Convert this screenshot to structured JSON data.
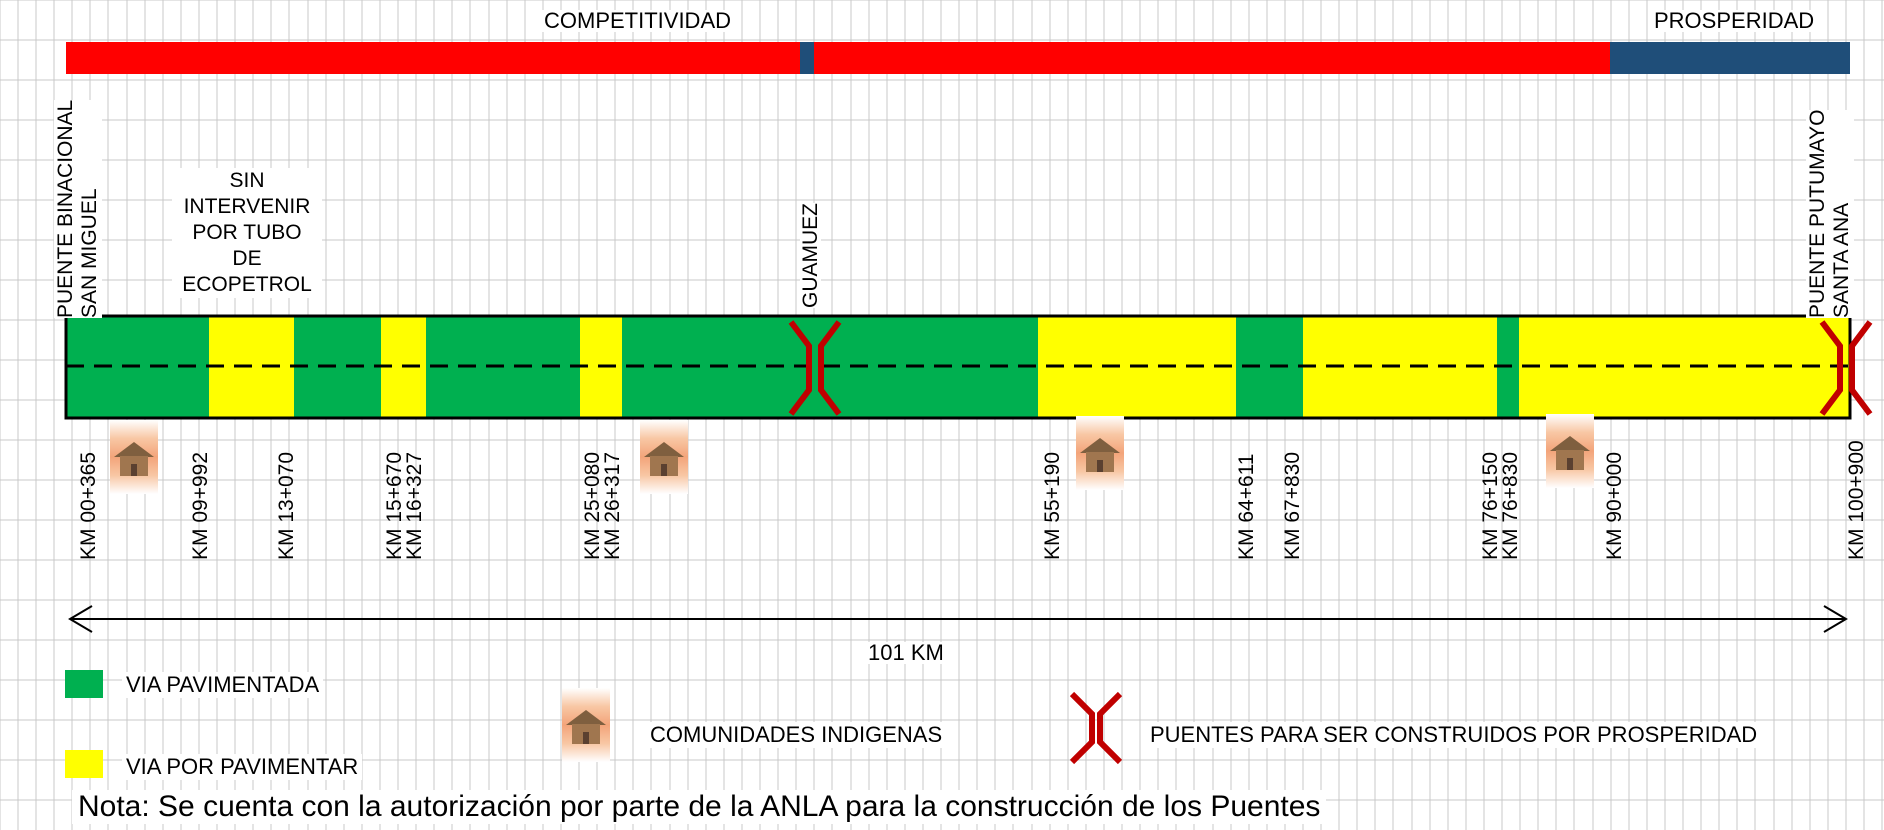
{
  "top_bar": {
    "competitividad": "COMPETITIVIDAD",
    "prosperidad": "PROSPERIDAD",
    "colors": {
      "competitividad": "#ff0000",
      "prosperidad": "#1f4e79"
    }
  },
  "endpoints": {
    "left_line1": "PUENTE BINACIONAL",
    "left_line2": "SAN MIGUEL",
    "right_line1": "PUENTE PUTUMAYO",
    "right_line2": "SANTA ANA",
    "middle": "GUAMUEZ"
  },
  "note_block": [
    "SIN",
    "INTERVENIR",
    "POR TUBO",
    "DE",
    "ECOPETROL"
  ],
  "road": {
    "colors": {
      "paved": "#00b050",
      "unpaved": "#ffff00"
    },
    "segments": [
      {
        "type": "paved"
      },
      {
        "type": "unpaved"
      },
      {
        "type": "paved"
      },
      {
        "type": "unpaved"
      },
      {
        "type": "paved"
      },
      {
        "type": "unpaved"
      },
      {
        "type": "paved"
      },
      {
        "type": "unpaved"
      },
      {
        "type": "paved"
      },
      {
        "type": "unpaved"
      },
      {
        "type": "paved"
      },
      {
        "type": "unpaved"
      }
    ]
  },
  "km_labels": [
    "KM 00+365",
    "KM 09+992",
    "KM 13+070",
    "KM 15+670",
    "KM 16+327",
    "KM 25+080",
    "KM 26+317",
    "KM 55+190",
    "KM 64+611",
    "KM 67+830",
    "KM 76+150",
    "KM 76+830",
    "KM 90+000",
    "KM 100+900"
  ],
  "total_length": "101 KM",
  "legend": {
    "paved": "VIA PAVIMENTADA",
    "unpaved": "VIA POR PAVIMENTAR",
    "communities": "COMUNIDADES INDIGENAS",
    "bridges": "PUENTES PARA SER CONSTRUIDOS POR PROSPERIDAD"
  },
  "note": "Nota: Se cuenta con la autorización por parte de la ANLA para la construcción de los Puentes",
  "icons": {
    "community": "house-icon",
    "bridge": "bridge-icon"
  },
  "bridge_color": "#c00000"
}
